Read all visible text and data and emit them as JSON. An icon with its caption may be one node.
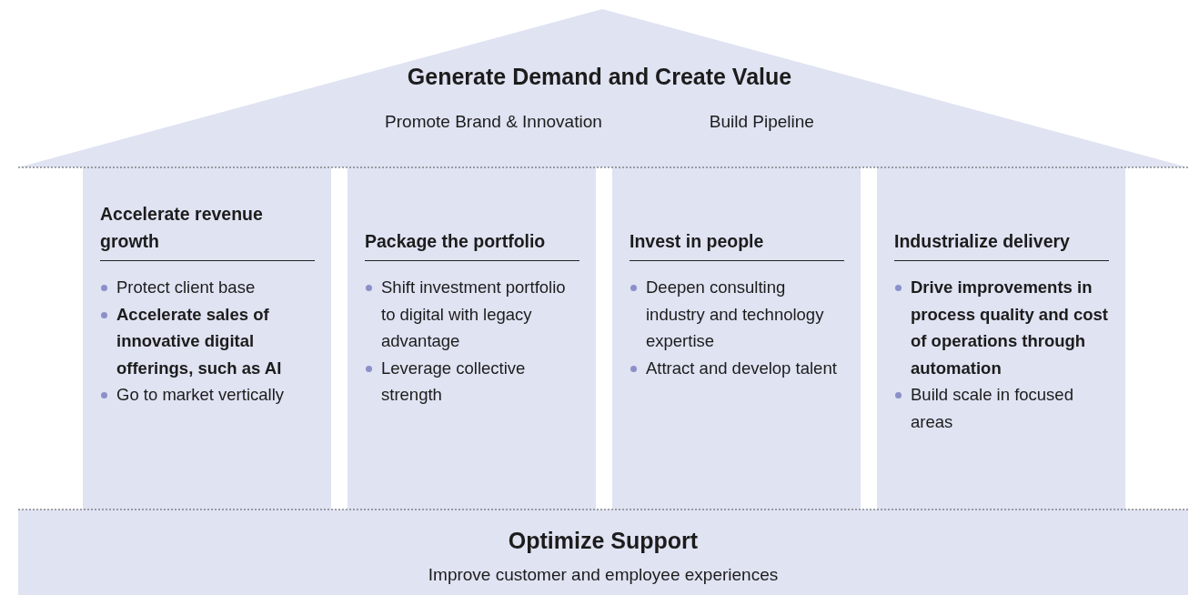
{
  "diagram": {
    "nodes": [
      {
        "text": [
          "Generate Demand and Create Value",
          "Promote Brand & Innovation",
          "Build Pipeline"
        ]
      },
      {
        "text": [
          "Accelerate revenue growth",
          "Protect client base",
          "**Accelerate sales of innovative digital offerings, such as AI**",
          "Go to market vertically"
        ]
      },
      {
        "text": [
          "Package the portfolio",
          "Shift investment portfolio to digital with legacy advantage",
          "Leverage collective strength"
        ]
      },
      {
        "text": [
          "Invest in people",
          "Deepen consulting industry and technology expertise",
          "Attract and develop talent"
        ]
      },
      {
        "text": [
          "Industrialize delivery",
          "**Drive improvements in process quality and cost of operations through automation**",
          "Build scale in focused areas"
        ]
      },
      {
        "text": [
          "Optimize Support",
          "Improve customer and employee experiences"
        ]
      }
    ]
  }
}
